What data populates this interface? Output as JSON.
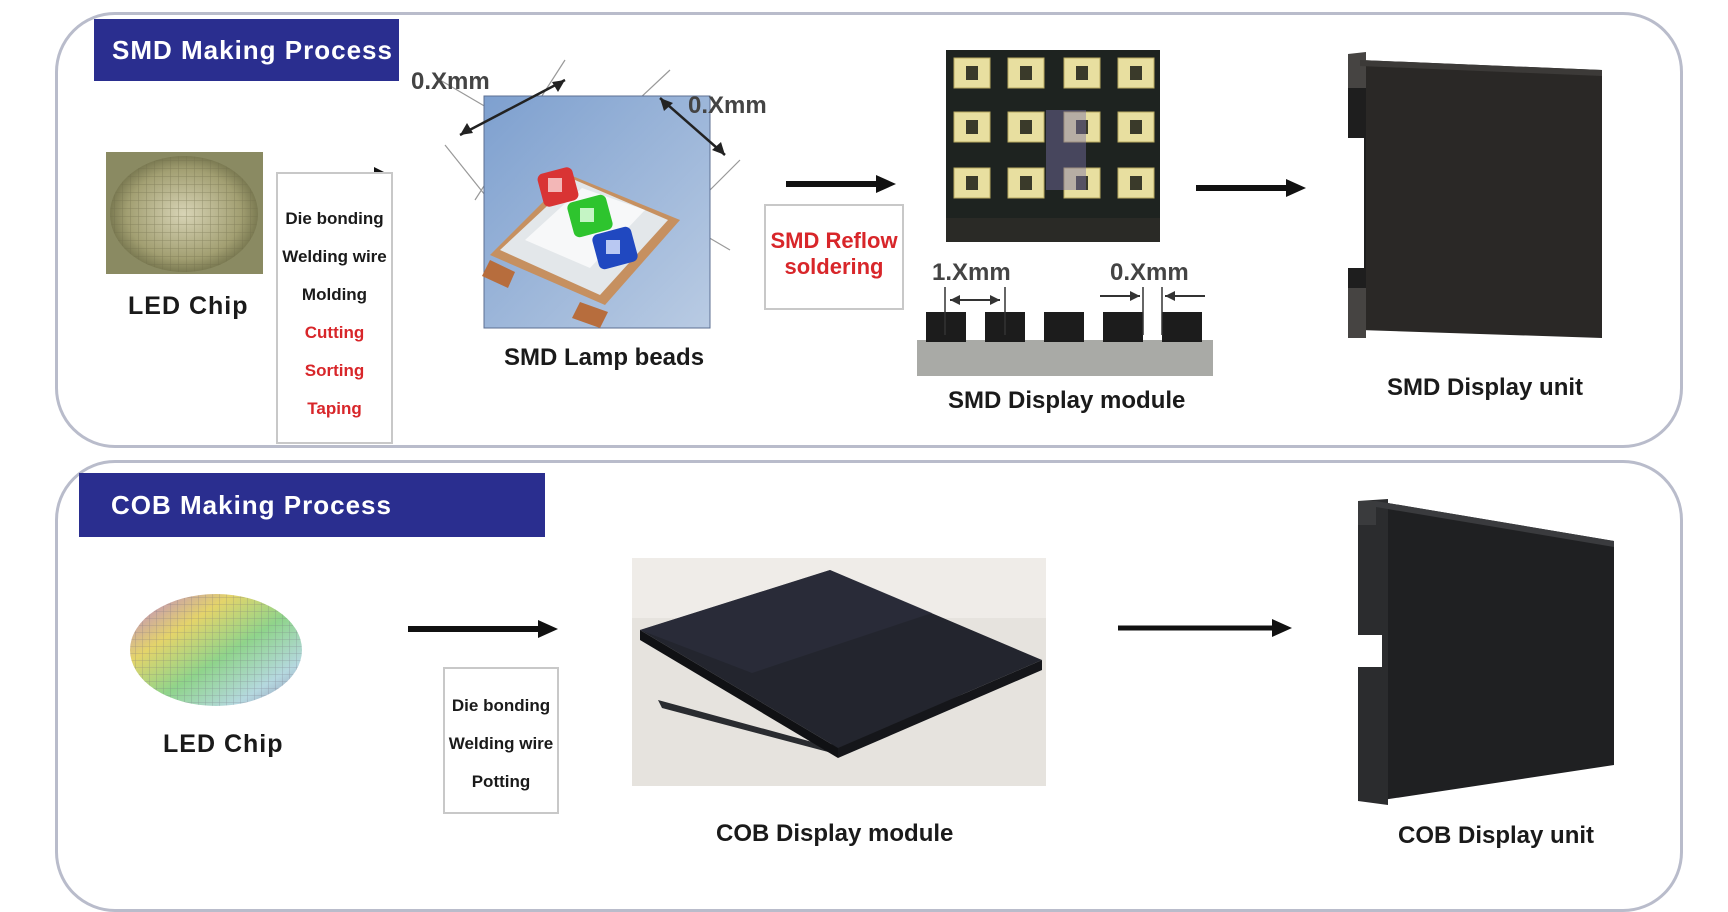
{
  "smd": {
    "title": "SMD Making Process",
    "led_chip_label": "LED Chip",
    "steps": [
      {
        "text": "Die bonding",
        "color": "black"
      },
      {
        "text": "Welding wire",
        "color": "black"
      },
      {
        "text": "Molding",
        "color": "black"
      },
      {
        "text": "Cutting",
        "color": "red"
      },
      {
        "text": "Sorting",
        "color": "red"
      },
      {
        "text": "Taping",
        "color": "red"
      }
    ],
    "lamp_beads_label": "SMD Lamp beads",
    "dim_left": "0.Xmm",
    "dim_right": "0.Xmm",
    "reflow_line1": "SMD Reflow",
    "reflow_line2": "soldering",
    "module_dim_pitch": "1.Xmm",
    "module_dim_gap": "0.Xmm",
    "module_label": "SMD Display module",
    "unit_label": "SMD Display unit"
  },
  "cob": {
    "title": "COB Making Process",
    "led_chip_label": "LED Chip",
    "steps": [
      {
        "text": "Die bonding",
        "color": "black"
      },
      {
        "text": "Welding wire",
        "color": "black"
      },
      {
        "text": "Potting",
        "color": "black"
      }
    ],
    "module_label": "COB Display module",
    "unit_label": "COB Display unit"
  },
  "colors": {
    "title_bg": "#2a2e8f",
    "accent_red": "#d8262a",
    "panel_border": "#b9bccb"
  }
}
